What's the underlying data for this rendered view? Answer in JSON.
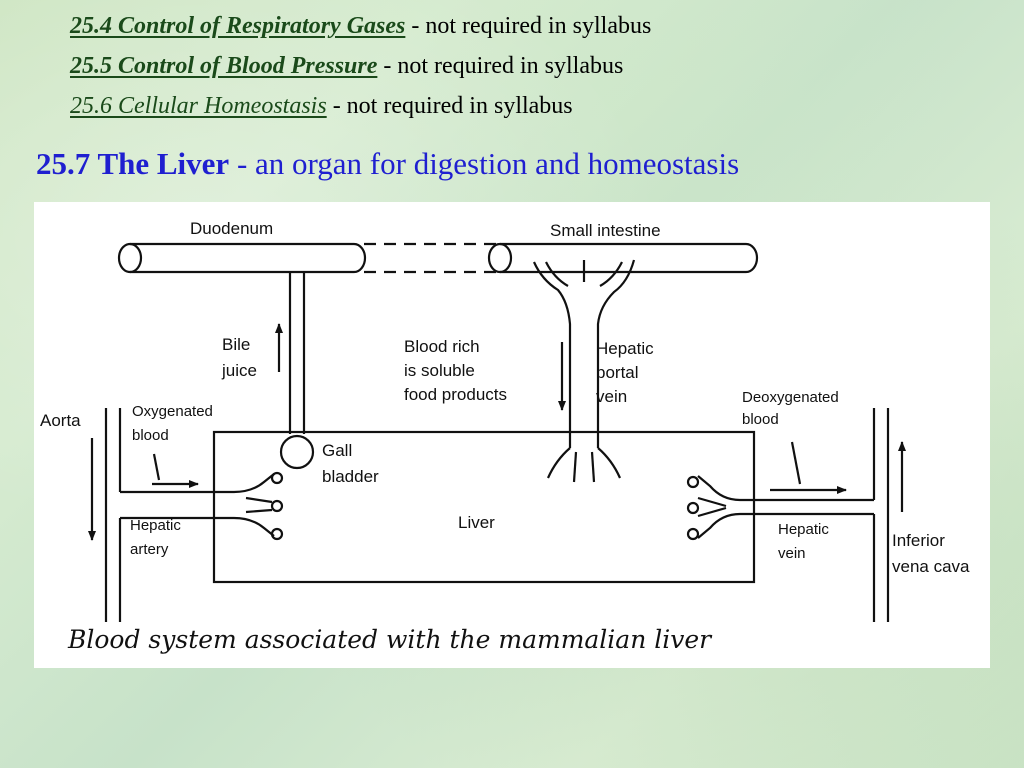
{
  "syllabus": [
    {
      "topic": "25.4 Control of Respiratory Gases",
      "note": " - not required in syllabus"
    },
    {
      "topic": "25.5 Control of Blood Pressure",
      "note": " - not required in syllabus"
    },
    {
      "topic": "25.6 Cellular Homeostasis",
      "note": " - not required in syllabus"
    }
  ],
  "heading": {
    "title": "25.7 The Liver",
    "subtitle": " - an organ for digestion and homeostasis"
  },
  "diagram": {
    "labels": {
      "duodenum": "Duodenum",
      "small_intestine": "Small intestine",
      "bile_1": "Bile",
      "bile_2": "juice",
      "blood_rich_1": "Blood rich",
      "blood_rich_2": "is soluble",
      "blood_rich_3": "food products",
      "hepatic_portal_1": "Hepatic",
      "hepatic_portal_2": "portal",
      "hepatic_portal_3": "vein",
      "aorta": "Aorta",
      "oxygenated_1": "Oxygenated",
      "oxygenated_2": "blood",
      "gall_1": "Gall",
      "gall_2": "bladder",
      "deoxygenated_1": "Deoxygenated",
      "deoxygenated_2": "blood",
      "hepatic_artery_1": "Hepatic",
      "hepatic_artery_2": "artery",
      "liver": "Liver",
      "hepatic_vein_1": "Hepatic",
      "hepatic_vein_2": "vein",
      "ivc_1": "Inferior",
      "ivc_2": "vena cava"
    },
    "caption": "Blood system associated with the mammalian liver"
  }
}
